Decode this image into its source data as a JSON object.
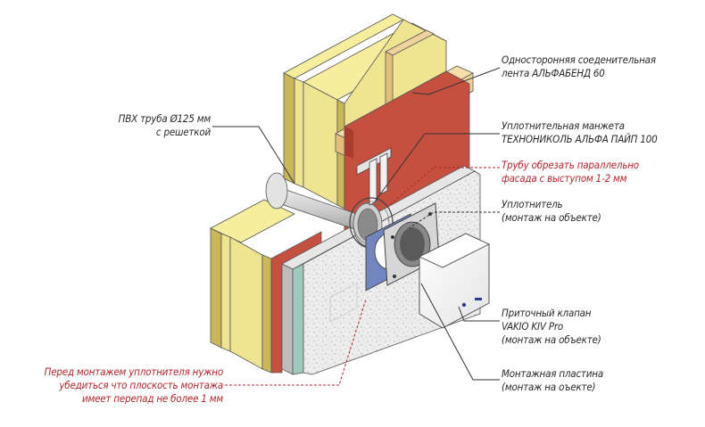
{
  "labels": {
    "tape": [
      "Односторонняя соеденительная",
      "лента АЛЬФАБЕНД 60"
    ],
    "pipe": [
      "ПВХ труба Ø125 мм",
      "с решеткой"
    ],
    "cuff": [
      "Уплотнительная манжета",
      "ТЕХНОНИКОЛЬ АЛЬФА ПАЙП 100"
    ],
    "cut": [
      "Трубу обрезать  параллельно",
      "фасада с выступом 1-2 мм"
    ],
    "seal": [
      "Уплотнитель",
      "(монтаж на объекте)"
    ],
    "valve": [
      "Приточный клапан",
      "VAKIO KIV Pro",
      "(монтаж на объекте)"
    ],
    "plate": [
      "Монтажная пластина",
      "(монтаж на оъекте)"
    ],
    "check": [
      "Перед монтажем уплотнителя нужно",
      "убедиться что плоскость монтажа",
      "имеет перепад не более 1 мм"
    ]
  },
  "colors": {
    "insulation": "#efe48f",
    "insulation_dark": "#c9b85a",
    "membrane": "#c6503f",
    "wood": "#f0d39c",
    "plaster": "#ededed",
    "board": "#9fc9bd",
    "pipe": "#d9d9d9",
    "seal": "#5b6fa8",
    "leader_red": "#b3262b",
    "leader_dark": "#333333"
  }
}
